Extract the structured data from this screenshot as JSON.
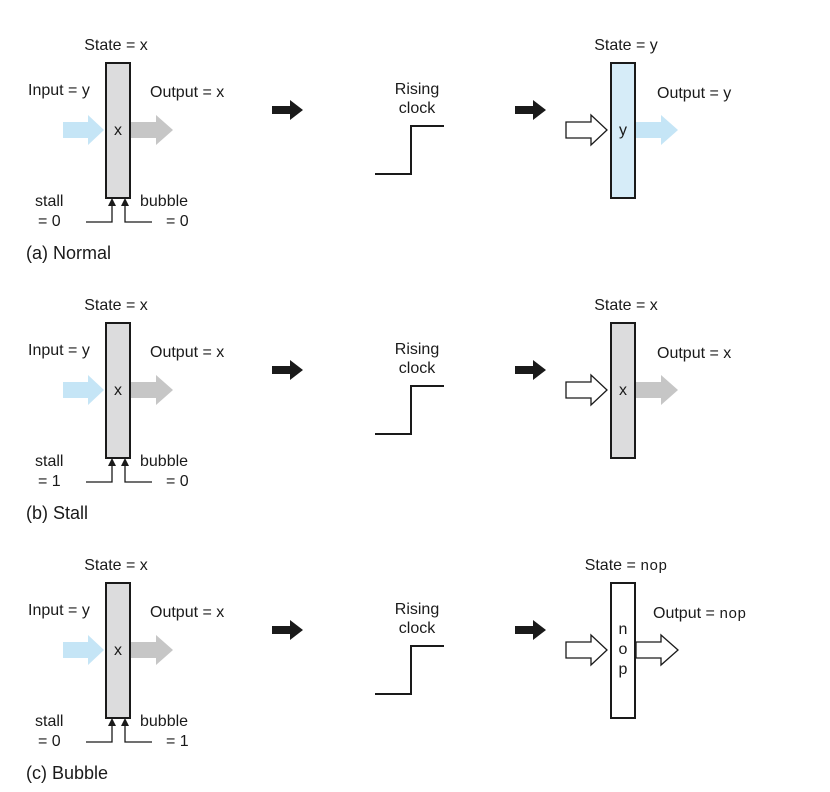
{
  "colors": {
    "register_gray": "#dcdcdd",
    "register_blue": "#d6ecf8",
    "input_arrow_blue": "#c5e5f6",
    "output_arrow_gray": "#c6c6c6",
    "output_arrow_blue": "#c5e5f6",
    "stroke": "#1a1a1a"
  },
  "panels": [
    {
      "caption": "(a) Normal",
      "before": {
        "state_label": "State = x",
        "input_label": "Input = y",
        "output_label": "Output = x",
        "register_value": "x",
        "stall_label": "stall",
        "stall_value": "= 0",
        "bubble_label": "bubble",
        "bubble_value": "= 0"
      },
      "clock_label_line1": "Rising",
      "clock_label_line2": "clock",
      "after": {
        "state_label": "State = y",
        "output_label": "Output = y",
        "register_value": "y",
        "register_style": "blue",
        "output_arrow_style": "blue"
      }
    },
    {
      "caption": "(b) Stall",
      "before": {
        "state_label": "State = x",
        "input_label": "Input = y",
        "output_label": "Output = x",
        "register_value": "x",
        "stall_label": "stall",
        "stall_value": "= 1",
        "bubble_label": "bubble",
        "bubble_value": "= 0"
      },
      "clock_label_line1": "Rising",
      "clock_label_line2": "clock",
      "after": {
        "state_label": "State = x",
        "output_label": "Output = x",
        "register_value": "x",
        "register_style": "gray",
        "output_arrow_style": "gray"
      }
    },
    {
      "caption": "(c) Bubble",
      "before": {
        "state_label": "State = x",
        "input_label": "Input = y",
        "output_label": "Output = x",
        "register_value": "x",
        "stall_label": "stall",
        "stall_value": "= 0",
        "bubble_label": "bubble",
        "bubble_value": "= 1"
      },
      "clock_label_line1": "Rising",
      "clock_label_line2": "clock",
      "after": {
        "state_label_prefix": "State = ",
        "state_label_code": "nop",
        "output_label_prefix": "Output = ",
        "output_label_code": "nop",
        "register_letters": [
          "n",
          "o",
          "p"
        ],
        "register_style": "white",
        "output_arrow_style": "white"
      }
    }
  ]
}
